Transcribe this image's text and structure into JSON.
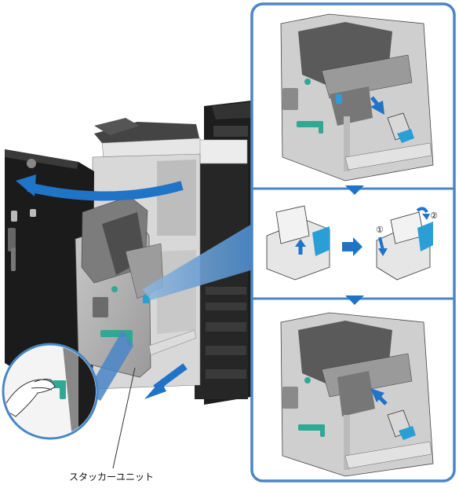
{
  "figure": {
    "callout_label": "スタッカーユニット",
    "step_markers": [
      "①",
      "②"
    ]
  },
  "colors": {
    "frame_blue": "#4a86c5",
    "arrow_blue": "#1f74c8",
    "grip_green": "#2fa894",
    "cartridge_blue": "#2a9fd6",
    "machine_dark": "#222222",
    "machine_gray": "#a9a9a9"
  },
  "icons": [
    "rotate-arrow-icon",
    "pull-out-arrow-icon",
    "down-triangle-icon",
    "right-arrow-icon",
    "insert-arrow-icon",
    "remove-arrow-icon",
    "hand-icon"
  ]
}
